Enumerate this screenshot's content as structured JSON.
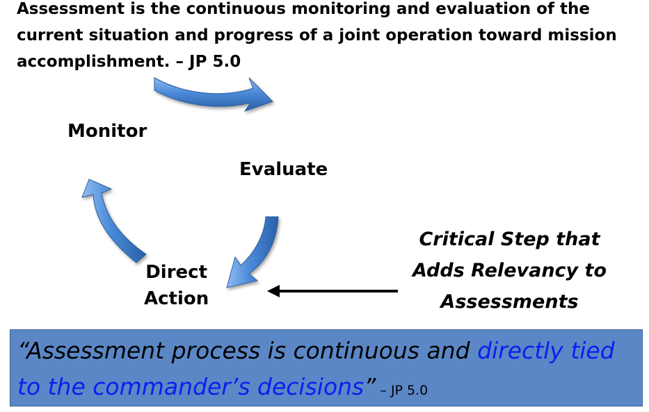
{
  "header": {
    "text": "Assessment is the continuous monitoring and evaluation of the current situation and progress of a joint operation toward mission accomplishment. – JP 5.0"
  },
  "cycle": {
    "monitor": "Monitor",
    "evaluate": "Evaluate",
    "direct_line1": "Direct",
    "direct_line2": "Action",
    "arrow_color": "#3f7fcf"
  },
  "callout": {
    "line1": "Critical Step that",
    "line2": "Adds Relevancy to",
    "line3": "Assessments"
  },
  "quote": {
    "part1": "“Assessment process is continuous and ",
    "part2": "directly tied to the commander’s decisions",
    "part3": "”",
    "source": " – JP 5.0",
    "box_color": "#5b87c6",
    "highlight_color": "#0b1ef0"
  }
}
